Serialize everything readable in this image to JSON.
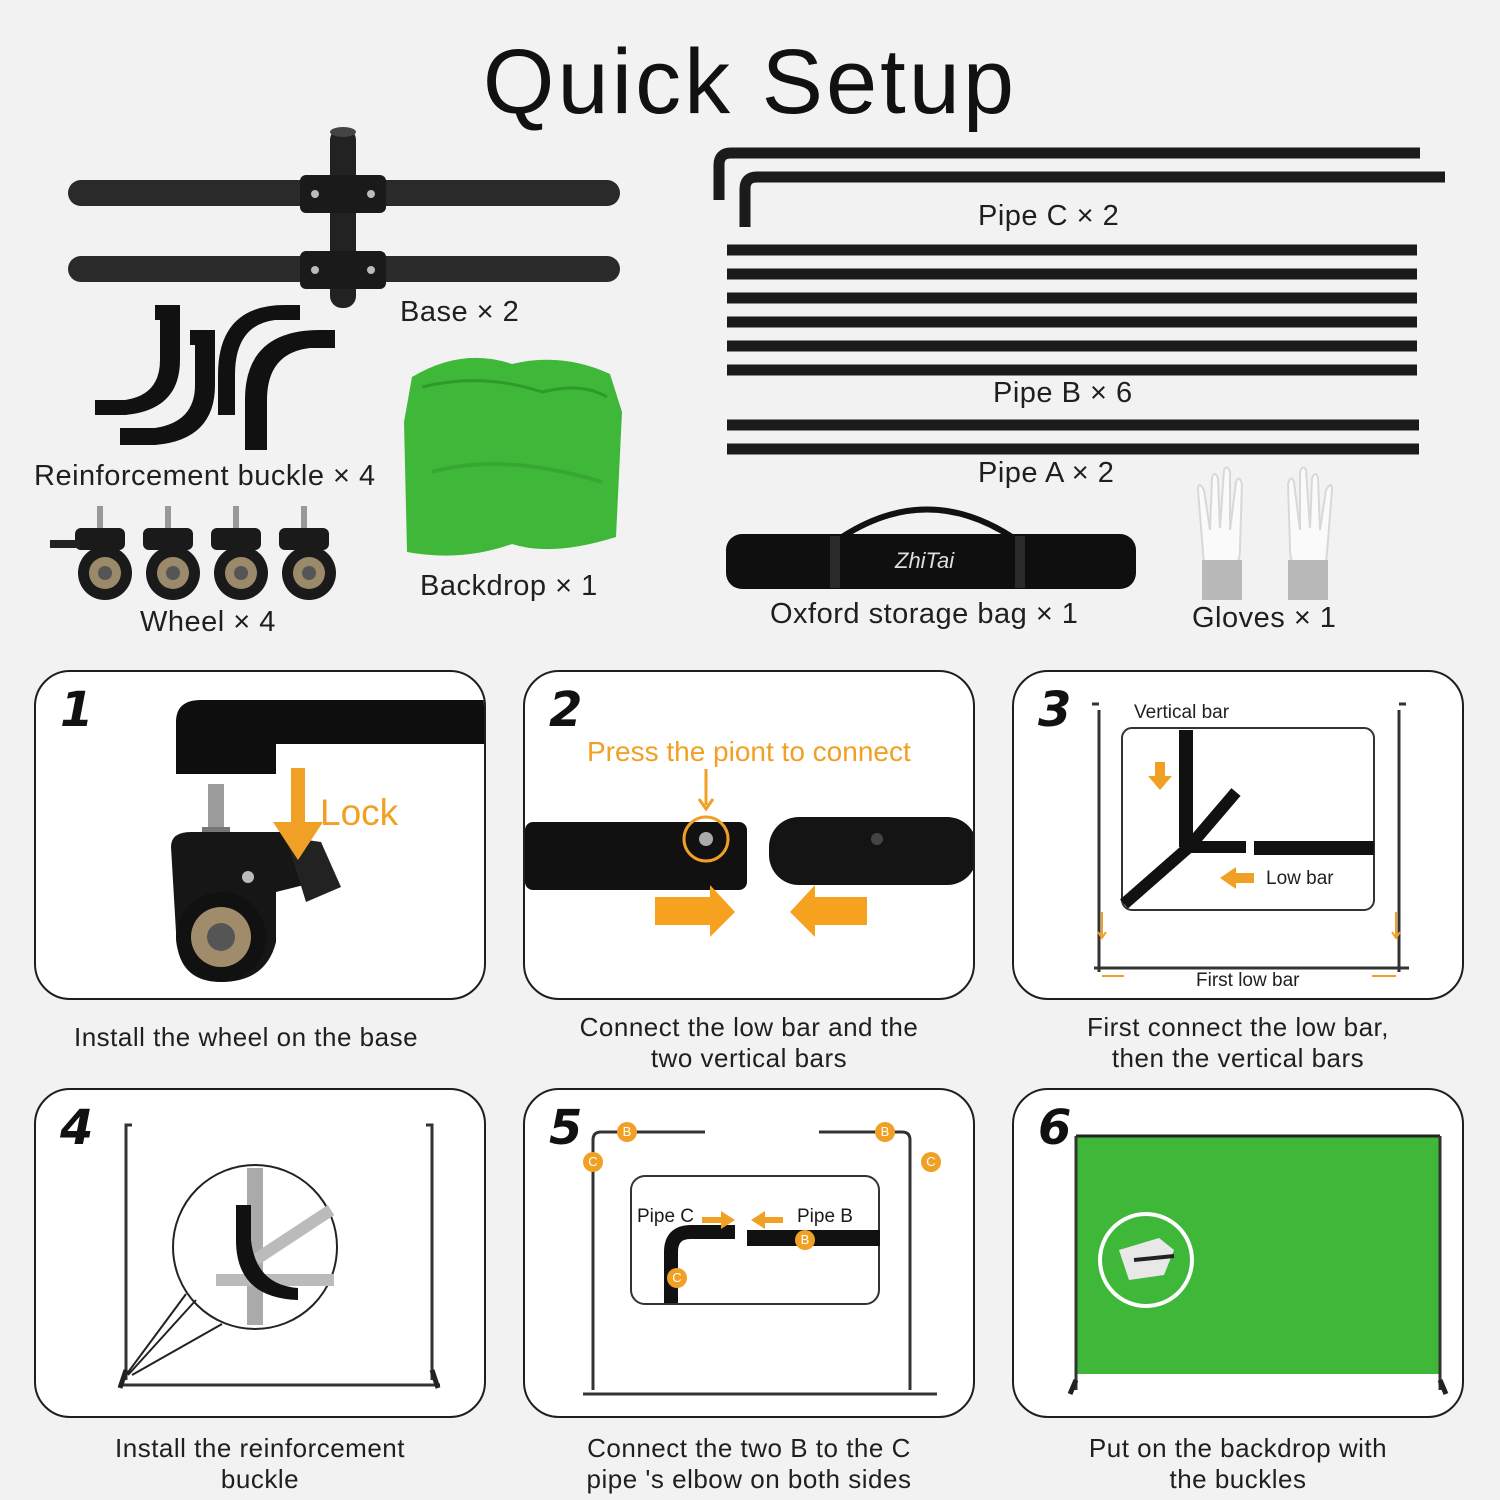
{
  "title": "Quick Setup",
  "parts": {
    "base": "Base × 2",
    "buckle": "Reinforcement buckle × 4",
    "wheel": "Wheel × 4",
    "backdrop": "Backdrop × 1",
    "pipe_c": "Pipe C × 2",
    "pipe_b": "Pipe B × 6",
    "pipe_a": "Pipe A × 2",
    "bag": "Oxford storage bag × 1",
    "bag_brand": "ZhiTai",
    "gloves": "Gloves × 1"
  },
  "steps": [
    {
      "num": "1",
      "caption": "Install the wheel on the base",
      "callout": "Lock"
    },
    {
      "num": "2",
      "caption_line1": "Connect the low bar and the",
      "caption_line2": "two vertical bars",
      "callout": "Press the piont to connect"
    },
    {
      "num": "3",
      "caption_line1": "First connect the low bar,",
      "caption_line2": "then the vertical bars",
      "vertical_bar": "Vertical bar",
      "low_bar": "Low bar",
      "first_low_bar": "First low bar"
    },
    {
      "num": "4",
      "caption_line1": "Install the reinforcement",
      "caption_line2": "buckle"
    },
    {
      "num": "5",
      "caption_line1": "Connect the two B to the C",
      "caption_line2": "pipe 's elbow on both sides",
      "pipe_c": "Pipe C",
      "pipe_b": "Pipe B",
      "badge_b": "B",
      "badge_c": "C"
    },
    {
      "num": "6",
      "caption_line1": "Put on the backdrop with",
      "caption_line2": "the buckles"
    }
  ],
  "colors": {
    "accent": "#f0a024",
    "backdrop_green": "#3fb83a",
    "metal": "#1b1b1b"
  }
}
